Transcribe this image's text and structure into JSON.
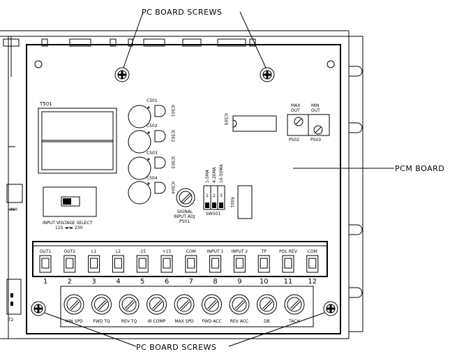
{
  "callouts": {
    "pc_board_screws_top": "PC BOARD SCREWS",
    "pc_board_screws_bottom": "PC BOARD SCREWS",
    "pcm_board": "PCM BOARD"
  },
  "components": {
    "transformer": "T501",
    "capacitors": [
      "C501",
      "C502",
      "C503",
      "C504"
    ],
    "ics": [
      "IC501",
      "IC502",
      "IC503",
      "IC504"
    ],
    "ic505": "IC505",
    "max_out": [
      "MAX",
      "OUT"
    ],
    "min_out": [
      "MIN",
      "OUT"
    ],
    "p502": "P502",
    "p503": "P503",
    "rs01": "RS01",
    "switch_label": "SW501",
    "switch_ranges": [
      "1-5MA",
      "4-20MA",
      "10-50MA"
    ],
    "switch_positions": [
      "1",
      "2",
      "3"
    ],
    "signal_pot_lines": [
      "SIGNAL",
      "INPUT ADJ",
      "P501"
    ],
    "inh": "INH",
    "t2": "T2",
    "voltage_select_lines": [
      "INPUT VOLTAGE SELECT",
      "115 ◄═► 230"
    ]
  },
  "terminals": {
    "labels": [
      "OUT1",
      "OUT2",
      "L1",
      "L2",
      "-15",
      "+15",
      "COM",
      "INPUT 1",
      "INPUT 2",
      "TP",
      "POL REV",
      "COM"
    ],
    "numbers": [
      "1",
      "2",
      "3",
      "4",
      "5",
      "6",
      "7",
      "8",
      "9",
      "10",
      "11",
      "12"
    ]
  },
  "trimpots": [
    "MIN SPD",
    "FWD TQ",
    "REV TQ",
    "IR COMP",
    "MAX SPD",
    "FWD ACC",
    "REV ACC",
    "DB",
    "TACH"
  ]
}
